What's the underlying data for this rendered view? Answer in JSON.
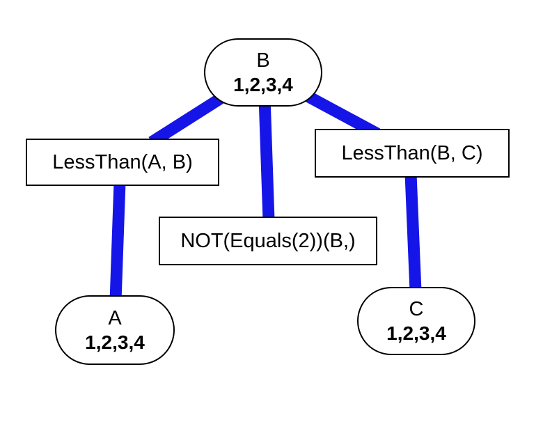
{
  "diagram": {
    "type": "constraint-graph",
    "variables": [
      {
        "name": "B",
        "domain": "1,2,3,4"
      },
      {
        "name": "A",
        "domain": "1,2,3,4"
      },
      {
        "name": "C",
        "domain": "1,2,3,4"
      }
    ],
    "constraints": [
      {
        "label": "LessThan(A, B)"
      },
      {
        "label": "NOT(Equals(2))(B,)"
      },
      {
        "label": "LessThan(B, C)"
      }
    ],
    "edges": [
      {
        "from": "B",
        "to": "LessThan(A, B)"
      },
      {
        "from": "B",
        "to": "NOT(Equals(2))(B,)"
      },
      {
        "from": "B",
        "to": "LessThan(B, C)"
      },
      {
        "from": "LessThan(A, B)",
        "to": "A"
      },
      {
        "from": "LessThan(B, C)",
        "to": "C"
      }
    ],
    "colors": {
      "edge": "#1515e8",
      "node_border": "#000000",
      "node_fill": "#ffffff",
      "text": "#000000",
      "background": "#ffffff"
    }
  }
}
